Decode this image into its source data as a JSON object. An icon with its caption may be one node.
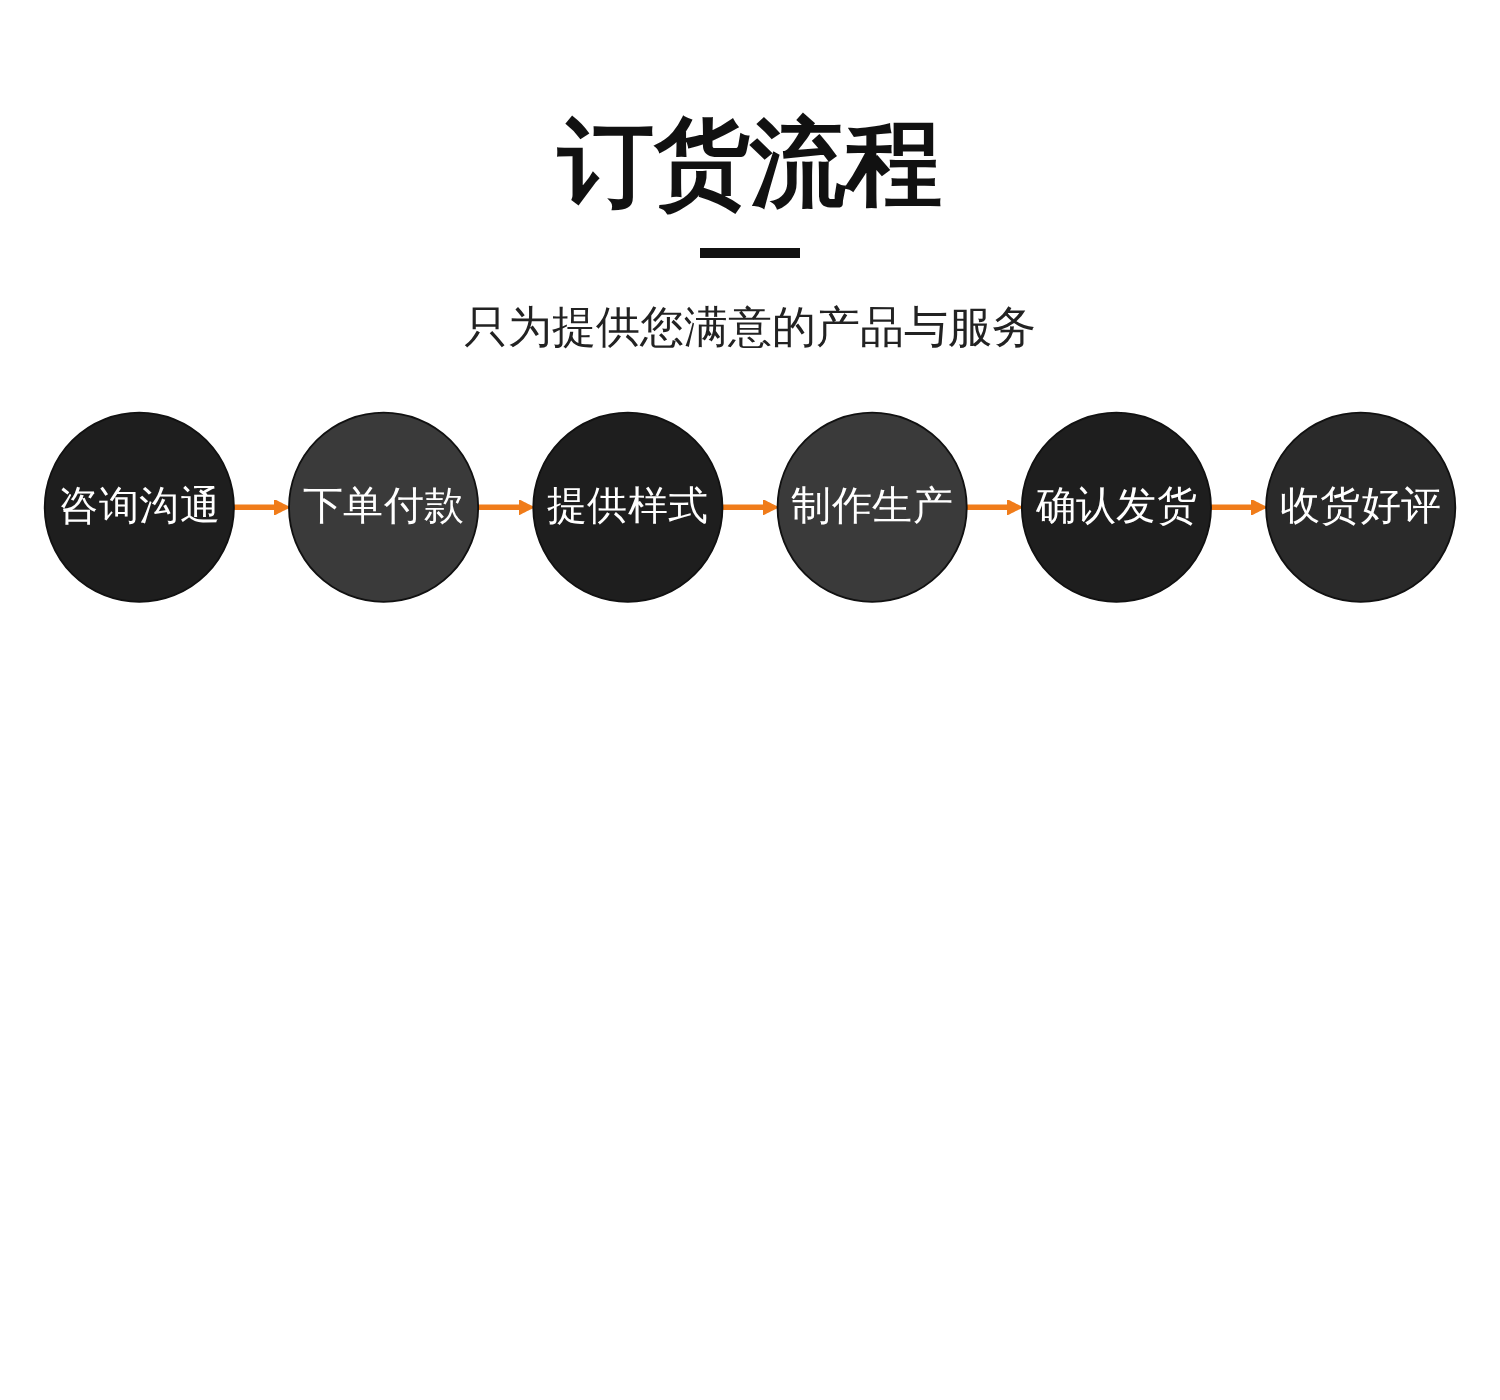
{
  "diagram": {
    "title": "订货流程",
    "nodes": [
      {
        "text": [
          "咨询沟通"
        ]
      },
      {
        "text": [
          "下单付款"
        ]
      },
      {
        "text": [
          "提供样式"
        ]
      },
      {
        "text": [
          "收货好评"
        ]
      },
      {
        "text": [
          "确认发货"
        ]
      },
      {
        "text": [
          "制作生产"
        ]
      }
    ],
    "edges": [
      {
        "from": 0,
        "to": 1,
        "arrow": "to"
      },
      {
        "from": 1,
        "to": 2,
        "arrow": "to"
      },
      {
        "from": 2,
        "to": 5,
        "arrow": "to"
      },
      {
        "from": 5,
        "to": 4,
        "arrow": "to"
      },
      {
        "from": 4,
        "to": 3,
        "arrow": "to"
      }
    ],
    "labels": [
      "只为提供您满意的产品与服务"
    ]
  }
}
